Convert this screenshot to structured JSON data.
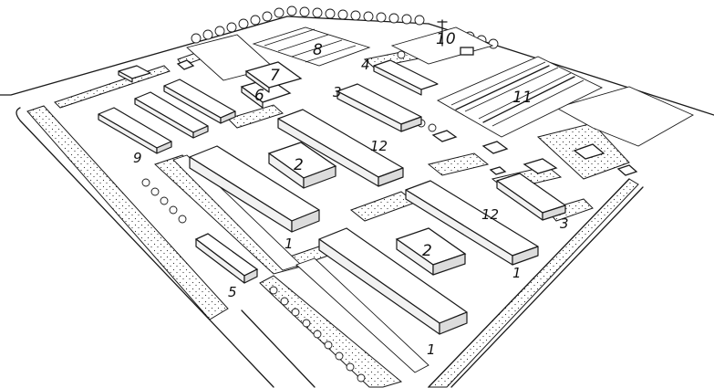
{
  "labels": {
    "n1a": "1",
    "n1b": "1",
    "n1c": "1",
    "n2a": "2",
    "n2b": "2",
    "n3a": "3",
    "n3b": "3",
    "n4": "4",
    "n5": "5",
    "n6": "6",
    "n7": "7",
    "n8": "8",
    "n9": "9",
    "n10": "10",
    "n11": "11",
    "n12a": "12",
    "n12b": "12"
  }
}
